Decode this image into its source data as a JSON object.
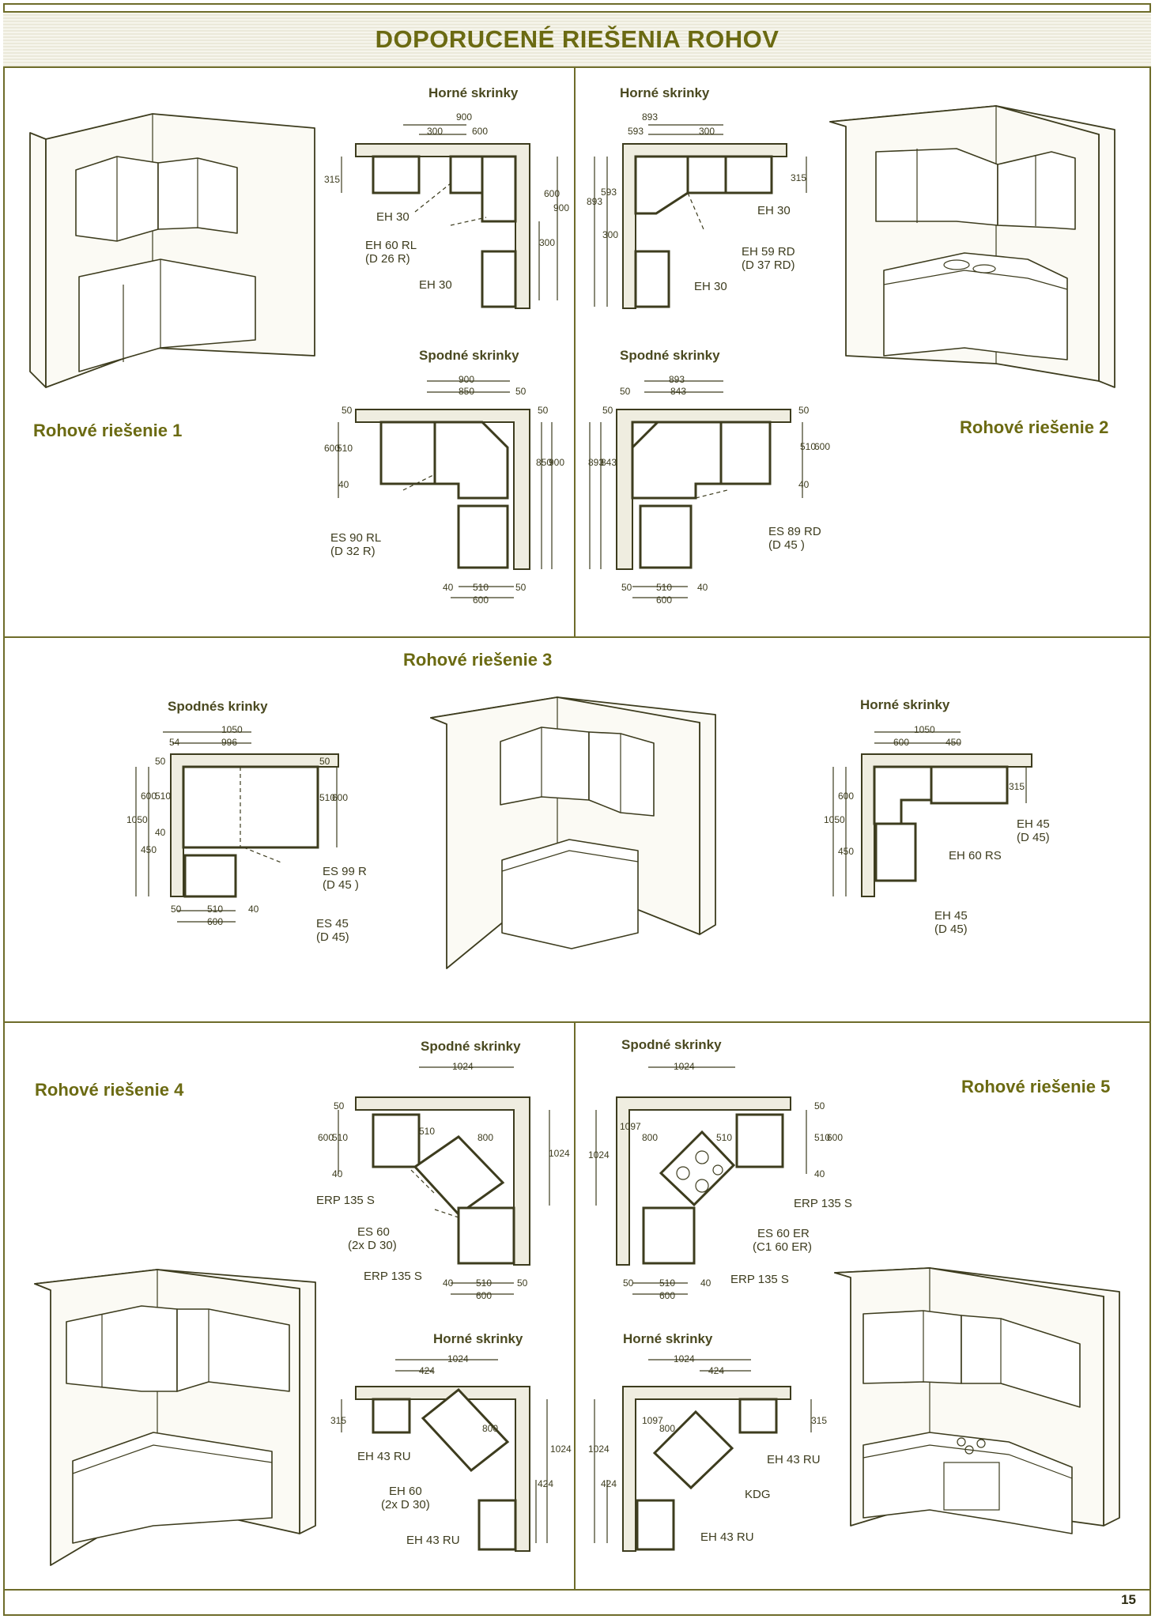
{
  "page": {
    "title": "DOPORUCENÉ RIEŠENIA ROHOV",
    "page_number": "15"
  },
  "solutions": {
    "s1": {
      "title": "Rohové riešenie 1",
      "upper": {
        "title": "Horné skrinky",
        "dims": [
          "900",
          "300",
          "600",
          "315",
          "600",
          "900",
          "300"
        ],
        "labels": [
          "EH 30",
          "EH 60 RL",
          "(D 26 R)",
          "EH 30"
        ]
      },
      "lower": {
        "title": "Spodné skrinky",
        "dims": [
          "900",
          "850",
          "50",
          "50",
          "600",
          "510",
          "40",
          "850",
          "900",
          "40",
          "510",
          "50",
          "600",
          "50"
        ],
        "labels": [
          "ES 90 RL",
          "(D 32 R)"
        ]
      }
    },
    "s2": {
      "title": "Rohové riešenie 2",
      "upper": {
        "title": "Horné skrinky",
        "dims": [
          "893",
          "593",
          "300",
          "893",
          "593",
          "300",
          "315"
        ],
        "labels": [
          "EH 30",
          "EH 59 RD",
          "(D 37 RD)",
          "EH 30"
        ]
      },
      "lower": {
        "title": "Spodné skrinky",
        "dims": [
          "893",
          "843",
          "50",
          "50",
          "893",
          "843",
          "50",
          "510",
          "600",
          "40",
          "50",
          "510",
          "40",
          "600"
        ],
        "labels": [
          "ES 89 RD",
          "(D 45 )"
        ]
      }
    },
    "s3": {
      "title": "Rohové riešenie 3",
      "lower": {
        "title": "Spodnés krinky",
        "dims": [
          "1050",
          "54",
          "996",
          "50",
          "1050",
          "600",
          "510",
          "40",
          "450",
          "50",
          "510",
          "600",
          "50",
          "510",
          "40",
          "600"
        ],
        "labels": [
          "ES 99 R",
          "(D 45 )",
          "ES 45",
          "(D 45)"
        ]
      },
      "upper": {
        "title": "Horné skrinky",
        "dims": [
          "1050",
          "600",
          "450",
          "1050",
          "600",
          "450",
          "315"
        ],
        "labels": [
          "EH 45",
          "(D 45)",
          "EH 60 RS",
          "EH 45",
          "(D 45)"
        ]
      }
    },
    "s4": {
      "title": "Rohové riešenie 4",
      "lower": {
        "title": "Spodné skrinky",
        "dims": [
          "1024",
          "50",
          "600",
          "510",
          "40",
          "510",
          "800",
          "1024",
          "40",
          "510",
          "50",
          "600"
        ],
        "labels": [
          "ERP 135 S",
          "ES 60",
          "(2x D 30)",
          "ERP 135 S"
        ]
      },
      "upper": {
        "title": "Horné skrinky",
        "dims": [
          "1024",
          "424",
          "315",
          "800",
          "1024",
          "424"
        ],
        "labels": [
          "EH 43 RU",
          "EH 60",
          "(2x D 30)",
          "EH 43 RU"
        ]
      }
    },
    "s5": {
      "title": "Rohové riešenie 5",
      "lower": {
        "title": "Spodné skrinky",
        "dims": [
          "1024",
          "1097",
          "800",
          "510",
          "50",
          "510",
          "600",
          "40",
          "1024",
          "50",
          "510",
          "40",
          "600"
        ],
        "labels": [
          "ERP 135 S",
          "ES 60 ER",
          "(C1 60 ER)",
          "ERP 135 S"
        ]
      },
      "upper": {
        "title": "Horné skrinky",
        "dims": [
          "1024",
          "424",
          "1097",
          "800",
          "1024",
          "424",
          "315"
        ],
        "labels": [
          "EH 43 RU",
          "KDG",
          "EH 43 RU"
        ]
      }
    }
  },
  "colors": {
    "title": "#6b6a12",
    "line": "#3d3c1e",
    "header_bg": "#ebe9da"
  }
}
